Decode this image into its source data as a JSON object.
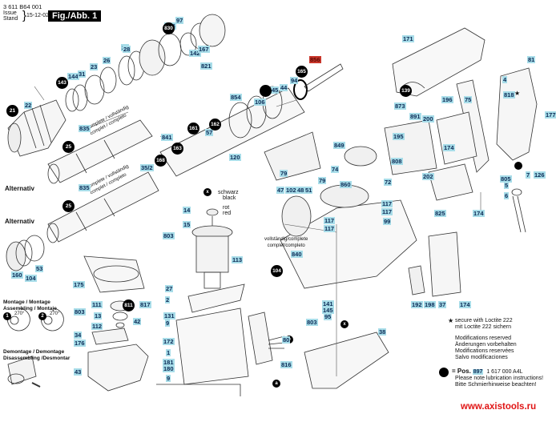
{
  "header": {
    "part_number": "3 611 B64 001",
    "issue_label": "Issue",
    "stand_label": "Stand",
    "date": "15-12-02",
    "figure_title": "Fig./Abb. 1"
  },
  "annotations": {
    "alternativ_1": "Alternativ",
    "alternativ_2": "Alternativ",
    "complete_1a": "complete / vollständig",
    "complete_1b": "complet / completo",
    "complete_2a": "complete / vollständig",
    "complete_2b": "complet / completo",
    "complete_840a": "vollständig/complete",
    "complete_840b": "complet/completo",
    "schwarz": "schwarz",
    "black": "black",
    "rot": "rot",
    "red": "red",
    "montage_title_1": "Montage / Montage",
    "montage_title_2": "Assembling / Montaje",
    "angle_1": "270°",
    "angle_2": "270°",
    "step_1": "1",
    "step_2": "2",
    "demontage_title_1": "Demontage / Demontage",
    "demontage_title_2": "Disassembling /Desmontar",
    "marker_x": "x",
    "marker_a": "a",
    "marker_b": "b"
  },
  "callouts": {
    "p143": "143",
    "p144": "144",
    "p31": "31",
    "p23": "23",
    "p26": "26",
    "p28": "28",
    "p830": "830",
    "p154": "154",
    "p97": "97",
    "p142": "142",
    "p167": "167",
    "p821": "821",
    "p21": "21",
    "p22": "22",
    "p835a": "835",
    "p25a": "25",
    "p835b": "835",
    "p25b": "25",
    "p35_2": "35/2",
    "p856": "856",
    "p165": "165",
    "p94": "94",
    "p44": "44",
    "p45": "45",
    "p106": "106",
    "p854": "854",
    "p161": "161",
    "p57": "57",
    "p162": "162",
    "p120": "120",
    "p841": "841",
    "p163": "163",
    "p168": "168",
    "p160": "160",
    "p104a": "104",
    "p53": "53",
    "p175": "175",
    "p803a": "803",
    "p111": "111",
    "p13": "13",
    "p112": "112",
    "p811": "811",
    "p817": "817",
    "p42": "42",
    "p34": "34",
    "p176": "176",
    "p43": "43",
    "p14": "14",
    "p15": "15",
    "p803b": "803",
    "p113": "113",
    "p27": "27",
    "p2": "2",
    "p131": "131",
    "p9a": "9",
    "p172": "172",
    "p1": "1",
    "p181": "181",
    "p180": "180",
    "p9b": "9",
    "p80": "80",
    "p816": "816",
    "p849": "849",
    "p79a": "79",
    "p74": "74",
    "p79b": "79",
    "p47": "47",
    "p102": "102",
    "p48": "48",
    "p51": "51",
    "p860": "860",
    "p72": "72",
    "p117a": "117",
    "p117b": "117",
    "p117c": "117",
    "p117d": "117",
    "p99": "99",
    "p840": "840",
    "p104b": "104",
    "p141": "141",
    "p145": "145",
    "p95": "95",
    "p803c": "803",
    "p38": "38",
    "p171": "171",
    "p139": "139",
    "p873": "873",
    "p196": "196",
    "p75": "75",
    "p891": "891",
    "p200": "200",
    "p195": "195",
    "p174a": "174",
    "p808": "808",
    "p202": "202",
    "p825": "825",
    "p174b": "174",
    "p4": "4",
    "p818": "818",
    "p81": "81",
    "p177": "177",
    "p805": "805",
    "p5": "5",
    "p7": "7",
    "p126": "126",
    "p6": "6",
    "p192": "192",
    "p198": "198",
    "p37": "37",
    "p174c": "174"
  },
  "legend": {
    "star_symbol": "★",
    "star_line_1": "secure with Loctite 222",
    "star_line_2": "mit Loctite 222 sichern",
    "mod_1": "Modifications reserved",
    "mod_2": "Änderungen vorbehalten",
    "mod_3": "Modifications reservées",
    "mod_4": "Salvo modificaciones",
    "pos_prefix": "= Pos.",
    "pos_number": "897",
    "pos_part": "1 617 000 A4L",
    "pos_note_1": "Please note lubrication instructions!",
    "pos_note_2": "Bitte Schmierhinweise beachten!"
  },
  "website": "www.axistools.ru",
  "colors": {
    "label_bg": "#a8dde9",
    "label_text": "#0b2a55",
    "highlight_label_bg": "#c9362b",
    "website_text": "#e01515"
  }
}
